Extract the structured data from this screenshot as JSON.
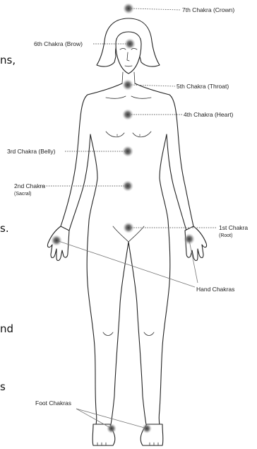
{
  "labels": {
    "crown": "7th Chakra (Crown)",
    "brow": "6th Chakra (Brow)",
    "throat": "5th Chakra (Throat)",
    "heart": "4th Chakra (Heart)",
    "belly": "3rd Chakra (Belly)",
    "sacral_line1": "2nd Chakra",
    "sacral_line2": "(Sacral)",
    "root_line1": "1st Chakra",
    "root_line2": "(Root)",
    "hand": "Hand Chakras",
    "foot": "Foot Chakras"
  },
  "cropped_text": {
    "line1": "ns,",
    "line2": "s.",
    "line3": "nd",
    "line4": "s"
  },
  "colors": {
    "chakra_dot": "#5a5a5a",
    "outline": "#222222"
  }
}
